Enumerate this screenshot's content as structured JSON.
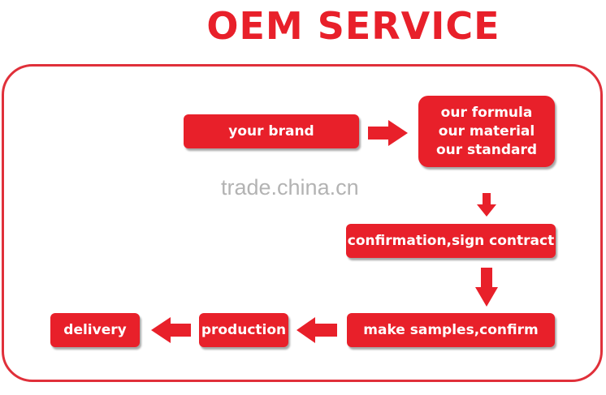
{
  "title": "OEM SERVICE",
  "colors": {
    "accent": "#e8202a",
    "frame": "#e0303a",
    "box_text": "#ffffff"
  },
  "steps": {
    "your_brand": "your brand",
    "ours": [
      "our formula",
      "our material",
      "our standard"
    ],
    "confirmation": "confirmation,sign contract",
    "samples": "make samples,confirm",
    "production": "production",
    "delivery": "delivery"
  },
  "watermark": "trade.china.cn"
}
